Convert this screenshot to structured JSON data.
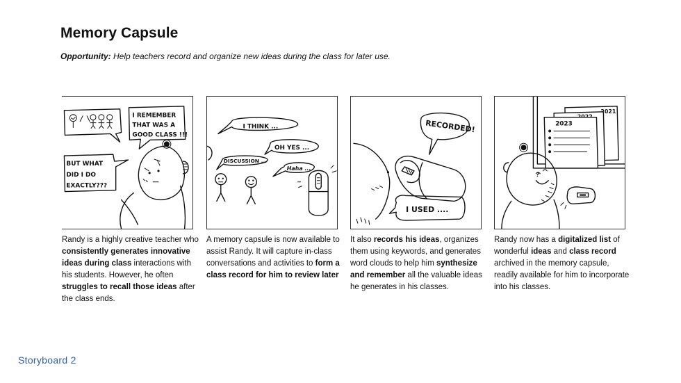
{
  "header": {
    "title": "Memory Capsule",
    "opportunity_label": "Opportunity:",
    "opportunity_text": " Help teachers record and organize new ideas during the class for later use."
  },
  "panels": [
    {
      "bubbles": [
        "I REMEMBER",
        "THAT WAS A",
        "GOOD CLASS !!!",
        "BUT WHAT",
        "DID I DO",
        "EXACTLY???"
      ],
      "caption": [
        {
          "t": "Randy is a highly creative teacher who ",
          "b": false
        },
        {
          "t": "consistently generates innovative ideas during class",
          "b": true
        },
        {
          "t": " interactions with his students. However, he often ",
          "b": false
        },
        {
          "t": "struggles to recall those ideas",
          "b": true
        },
        {
          "t": " after the class ends.",
          "b": false
        }
      ]
    },
    {
      "bubbles": [
        "I THINK ...",
        "OH YES ...",
        "DISCUSSION ...",
        "Haha ..."
      ],
      "caption": [
        {
          "t": "A memory capsule is now available to assist Randy. It will capture in-class conversations and activities to ",
          "b": false
        },
        {
          "t": "form a class record for him to review later",
          "b": true
        }
      ]
    },
    {
      "bubbles": [
        "RECORDED!",
        "I USED ...."
      ],
      "caption": [
        {
          "t": "It also ",
          "b": false
        },
        {
          "t": "records his ideas",
          "b": true
        },
        {
          "t": ", organizes them using keywords, and generates word clouds to help him ",
          "b": false
        },
        {
          "t": "synthesize and remember",
          "b": true
        },
        {
          "t": " all the valuable ideas he generates in his classes.",
          "b": false
        }
      ]
    },
    {
      "bubbles": [
        "2021",
        "2022",
        "2023"
      ],
      "caption": [
        {
          "t": "Randy now has a ",
          "b": false
        },
        {
          "t": "digitalized list",
          "b": true
        },
        {
          "t": " of wonderful ",
          "b": false
        },
        {
          "t": "ideas",
          "b": true
        },
        {
          "t": " and ",
          "b": false
        },
        {
          "t": "class record",
          "b": true
        },
        {
          "t": " archived in the memory capsule, readily available for him to incorporate into his classes.",
          "b": false
        }
      ]
    }
  ],
  "footer": {
    "label": "Storyboard 2"
  }
}
